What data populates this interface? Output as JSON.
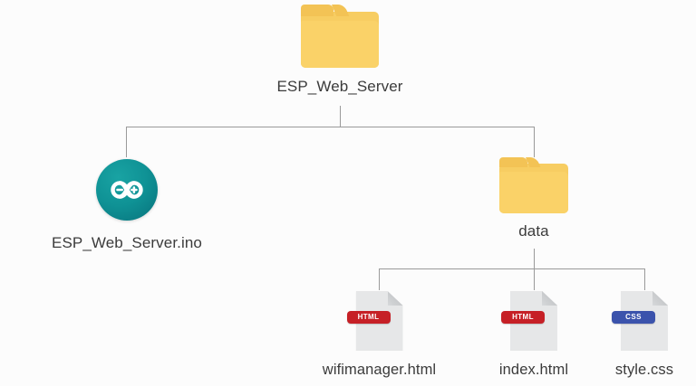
{
  "diagram": {
    "title": "ESP_Web_Server project file tree",
    "type": "file-tree",
    "background_color": "#fcfcfc",
    "connector_color": "#9a9a9a",
    "label_color": "#3b3b3b"
  },
  "root": {
    "label": "ESP_Web_Server",
    "icon": "folder-icon",
    "icon_color": "#fad268"
  },
  "level1": [
    {
      "label": "ESP_Web_Server.ino",
      "icon": "arduino-icon",
      "icon_color": "#0f9295"
    },
    {
      "label": "data",
      "icon": "folder-icon",
      "icon_color": "#fad268"
    }
  ],
  "level2": [
    {
      "label": "wifimanager.html",
      "icon": "html-file-icon",
      "badge": "HTML",
      "badge_color": "#c62026"
    },
    {
      "label": "index.html",
      "icon": "html-file-icon",
      "badge": "HTML",
      "badge_color": "#c62026"
    },
    {
      "label": "style.css",
      "icon": "css-file-icon",
      "badge": "CSS",
      "badge_color": "#3b53ac"
    }
  ]
}
